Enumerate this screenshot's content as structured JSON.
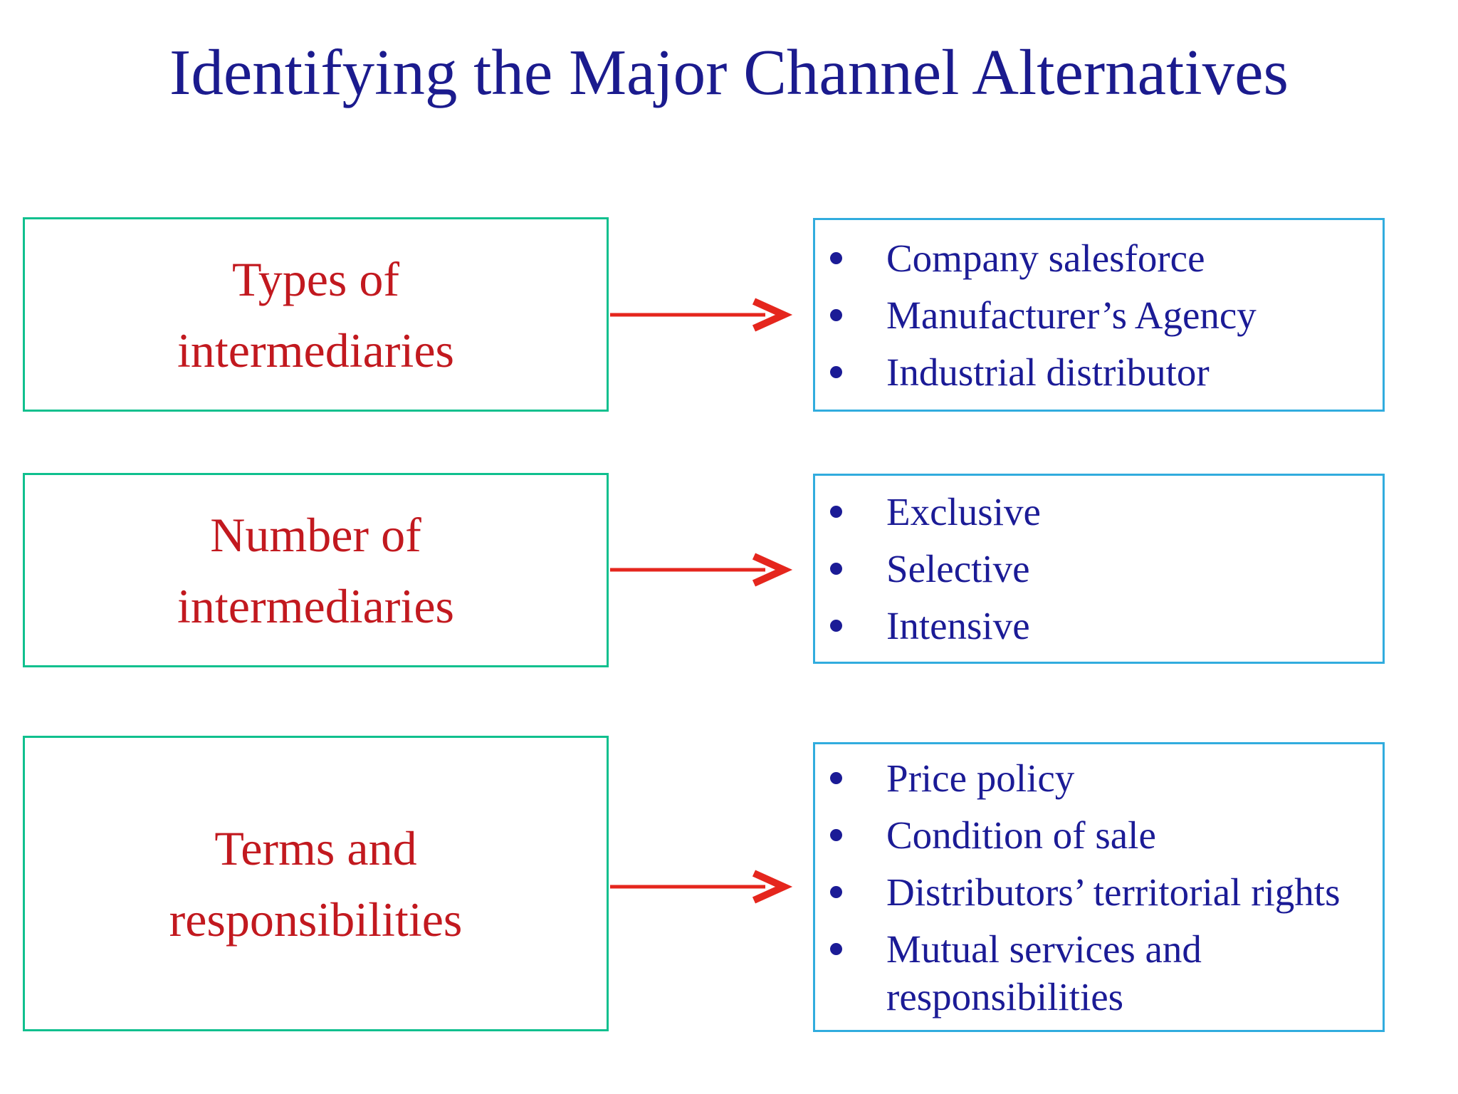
{
  "slide": {
    "title": "Identifying the Major Channel Alternatives"
  },
  "colors": {
    "background": "#FFFFFF",
    "title_text": "#1B1B8E",
    "left_box_border": "#10C08E",
    "left_box_text": "#C2191F",
    "right_box_border": "#31ACDE",
    "right_box_text": "#1B1B96",
    "arrow": "#E5261D"
  },
  "rows": [
    {
      "left": {
        "lines": [
          "Types of",
          "intermediaries"
        ]
      },
      "right": {
        "items": [
          "Company salesforce",
          "Manufacturer’s Agency",
          "Industrial distributor"
        ]
      }
    },
    {
      "left": {
        "lines": [
          "Number of",
          "intermediaries"
        ]
      },
      "right": {
        "items": [
          "Exclusive",
          "Selective",
          "Intensive"
        ]
      }
    },
    {
      "left": {
        "lines": [
          "Terms and",
          "responsibilities"
        ]
      },
      "right": {
        "items": [
          "Price policy",
          "Condition of sale",
          "Distributors’ territorial rights",
          "Mutual services and responsibilities"
        ]
      }
    }
  ]
}
